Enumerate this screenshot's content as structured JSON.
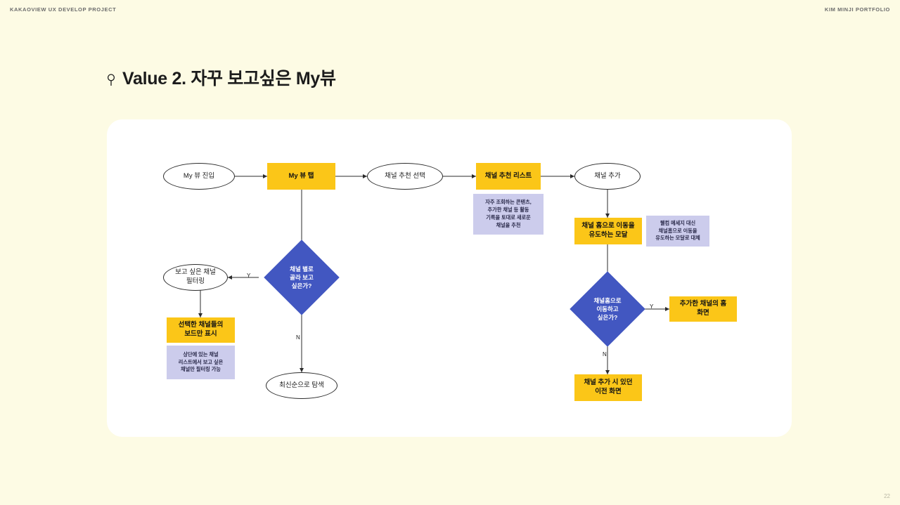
{
  "header": {
    "left": "KAKAOVIEW UX DEVELOP PROJECT",
    "right": "KIM MINJI PORTFOLIO"
  },
  "page_number": "22",
  "title": "Value 2. 자꾸 보고싶은 My뷰",
  "flow": {
    "nodes": [
      {
        "id": "start",
        "type": "ellipse",
        "label": "My 뷰 진입"
      },
      {
        "id": "myview_tab",
        "type": "rect",
        "label": "My 뷰 탭"
      },
      {
        "id": "rec_select",
        "type": "ellipse",
        "label": "채널 추천 선택"
      },
      {
        "id": "rec_list",
        "type": "rect",
        "label": "채널 추천 리스트"
      },
      {
        "id": "add_channel",
        "type": "ellipse",
        "label": "채널 추가"
      },
      {
        "id": "modal",
        "type": "rect",
        "label": "채널 홈으로 이동을\n유도하는 모달"
      },
      {
        "id": "decision1",
        "type": "diamond",
        "label": "채널 별로\n골라 보고\n싶은가?"
      },
      {
        "id": "filter",
        "type": "ellipse",
        "label": "보고 싶은 채널\n필터링"
      },
      {
        "id": "board_only",
        "type": "rect",
        "label": "선택한 채널들의\n보드만 표시"
      },
      {
        "id": "latest",
        "type": "ellipse",
        "label": "최신순으로 탐색"
      },
      {
        "id": "decision2",
        "type": "diamond",
        "label": "채널홈으로\n이동하고\n싶은가?"
      },
      {
        "id": "channel_home",
        "type": "rect",
        "label": "추가한 채널의 홈\n화면"
      },
      {
        "id": "prev_screen",
        "type": "rect",
        "label": "채널 추가 시 있던\n이전 화면"
      }
    ],
    "notes": [
      {
        "id": "note_rec",
        "text": "자주 조회하는 콘텐츠,\n추가한 채널 등 활동\n기록을 토대로 새로운\n채널을 추천"
      },
      {
        "id": "note_modal",
        "text": "웰컴 메세지 대신\n채널홈으로 이동을\n유도하는 모달로 대체"
      },
      {
        "id": "note_filter",
        "text": "상단에 있는 채널\n리스트에서 보고 싶은\n채널만 필터링 가능"
      }
    ],
    "edge_labels": [
      {
        "id": "d1_yes",
        "text": "Y"
      },
      {
        "id": "d1_no",
        "text": "N"
      },
      {
        "id": "d2_yes",
        "text": "Y"
      },
      {
        "id": "d2_no",
        "text": "N"
      }
    ]
  },
  "colors": {
    "background": "#fdfbe4",
    "card": "#ffffff",
    "yellow": "#fbc618",
    "blue": "#4257c1",
    "note": "#ccccec",
    "text": "#1a1a1a"
  }
}
